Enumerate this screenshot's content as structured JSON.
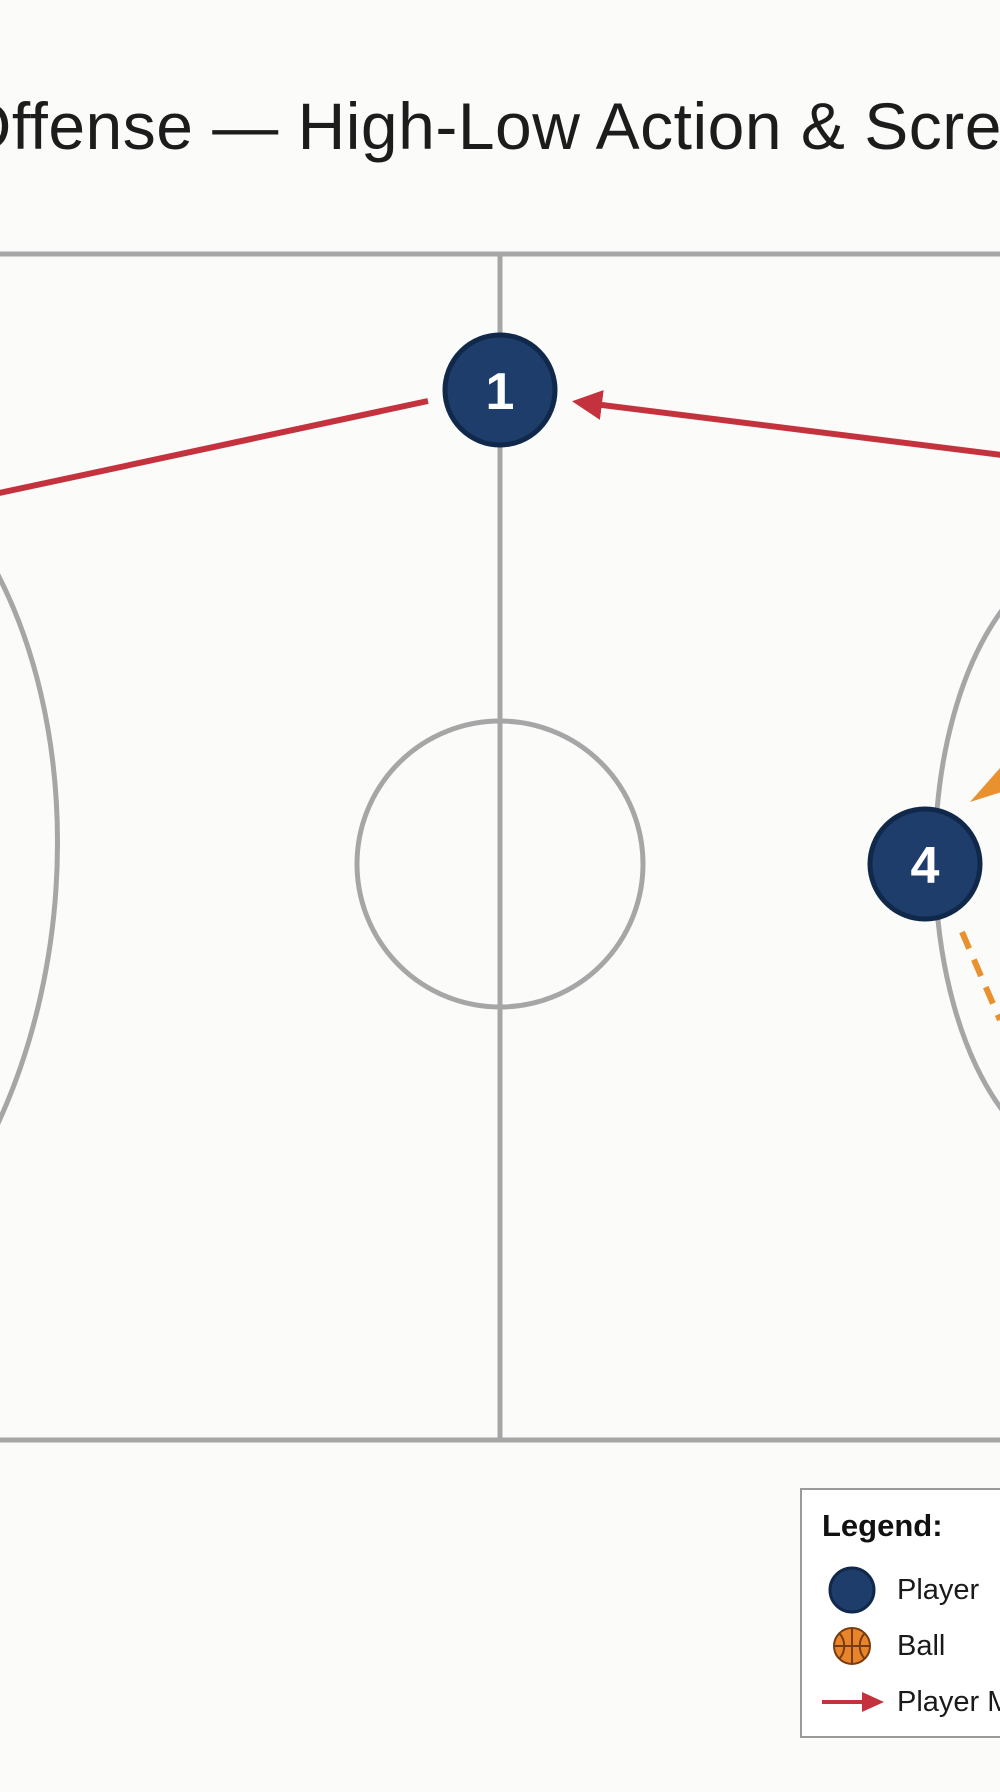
{
  "title": "Offense — High-Low Action & Screen",
  "colors": {
    "player_fill": "#1e3d6b",
    "player_stroke": "#10284a",
    "movement_arrow": "#c4333d",
    "pass_arrow": "#e8912e",
    "court_lines": "#a6a6a6",
    "ball": "#e8852a"
  },
  "players": [
    {
      "number": "1"
    },
    {
      "number": "4"
    }
  ],
  "legend": {
    "title": "Legend:",
    "items": [
      {
        "icon": "player-circle-icon",
        "label": "Player"
      },
      {
        "icon": "basketball-icon",
        "label": "Ball"
      },
      {
        "icon": "red-arrow-icon",
        "label": "Player Movement"
      }
    ]
  }
}
